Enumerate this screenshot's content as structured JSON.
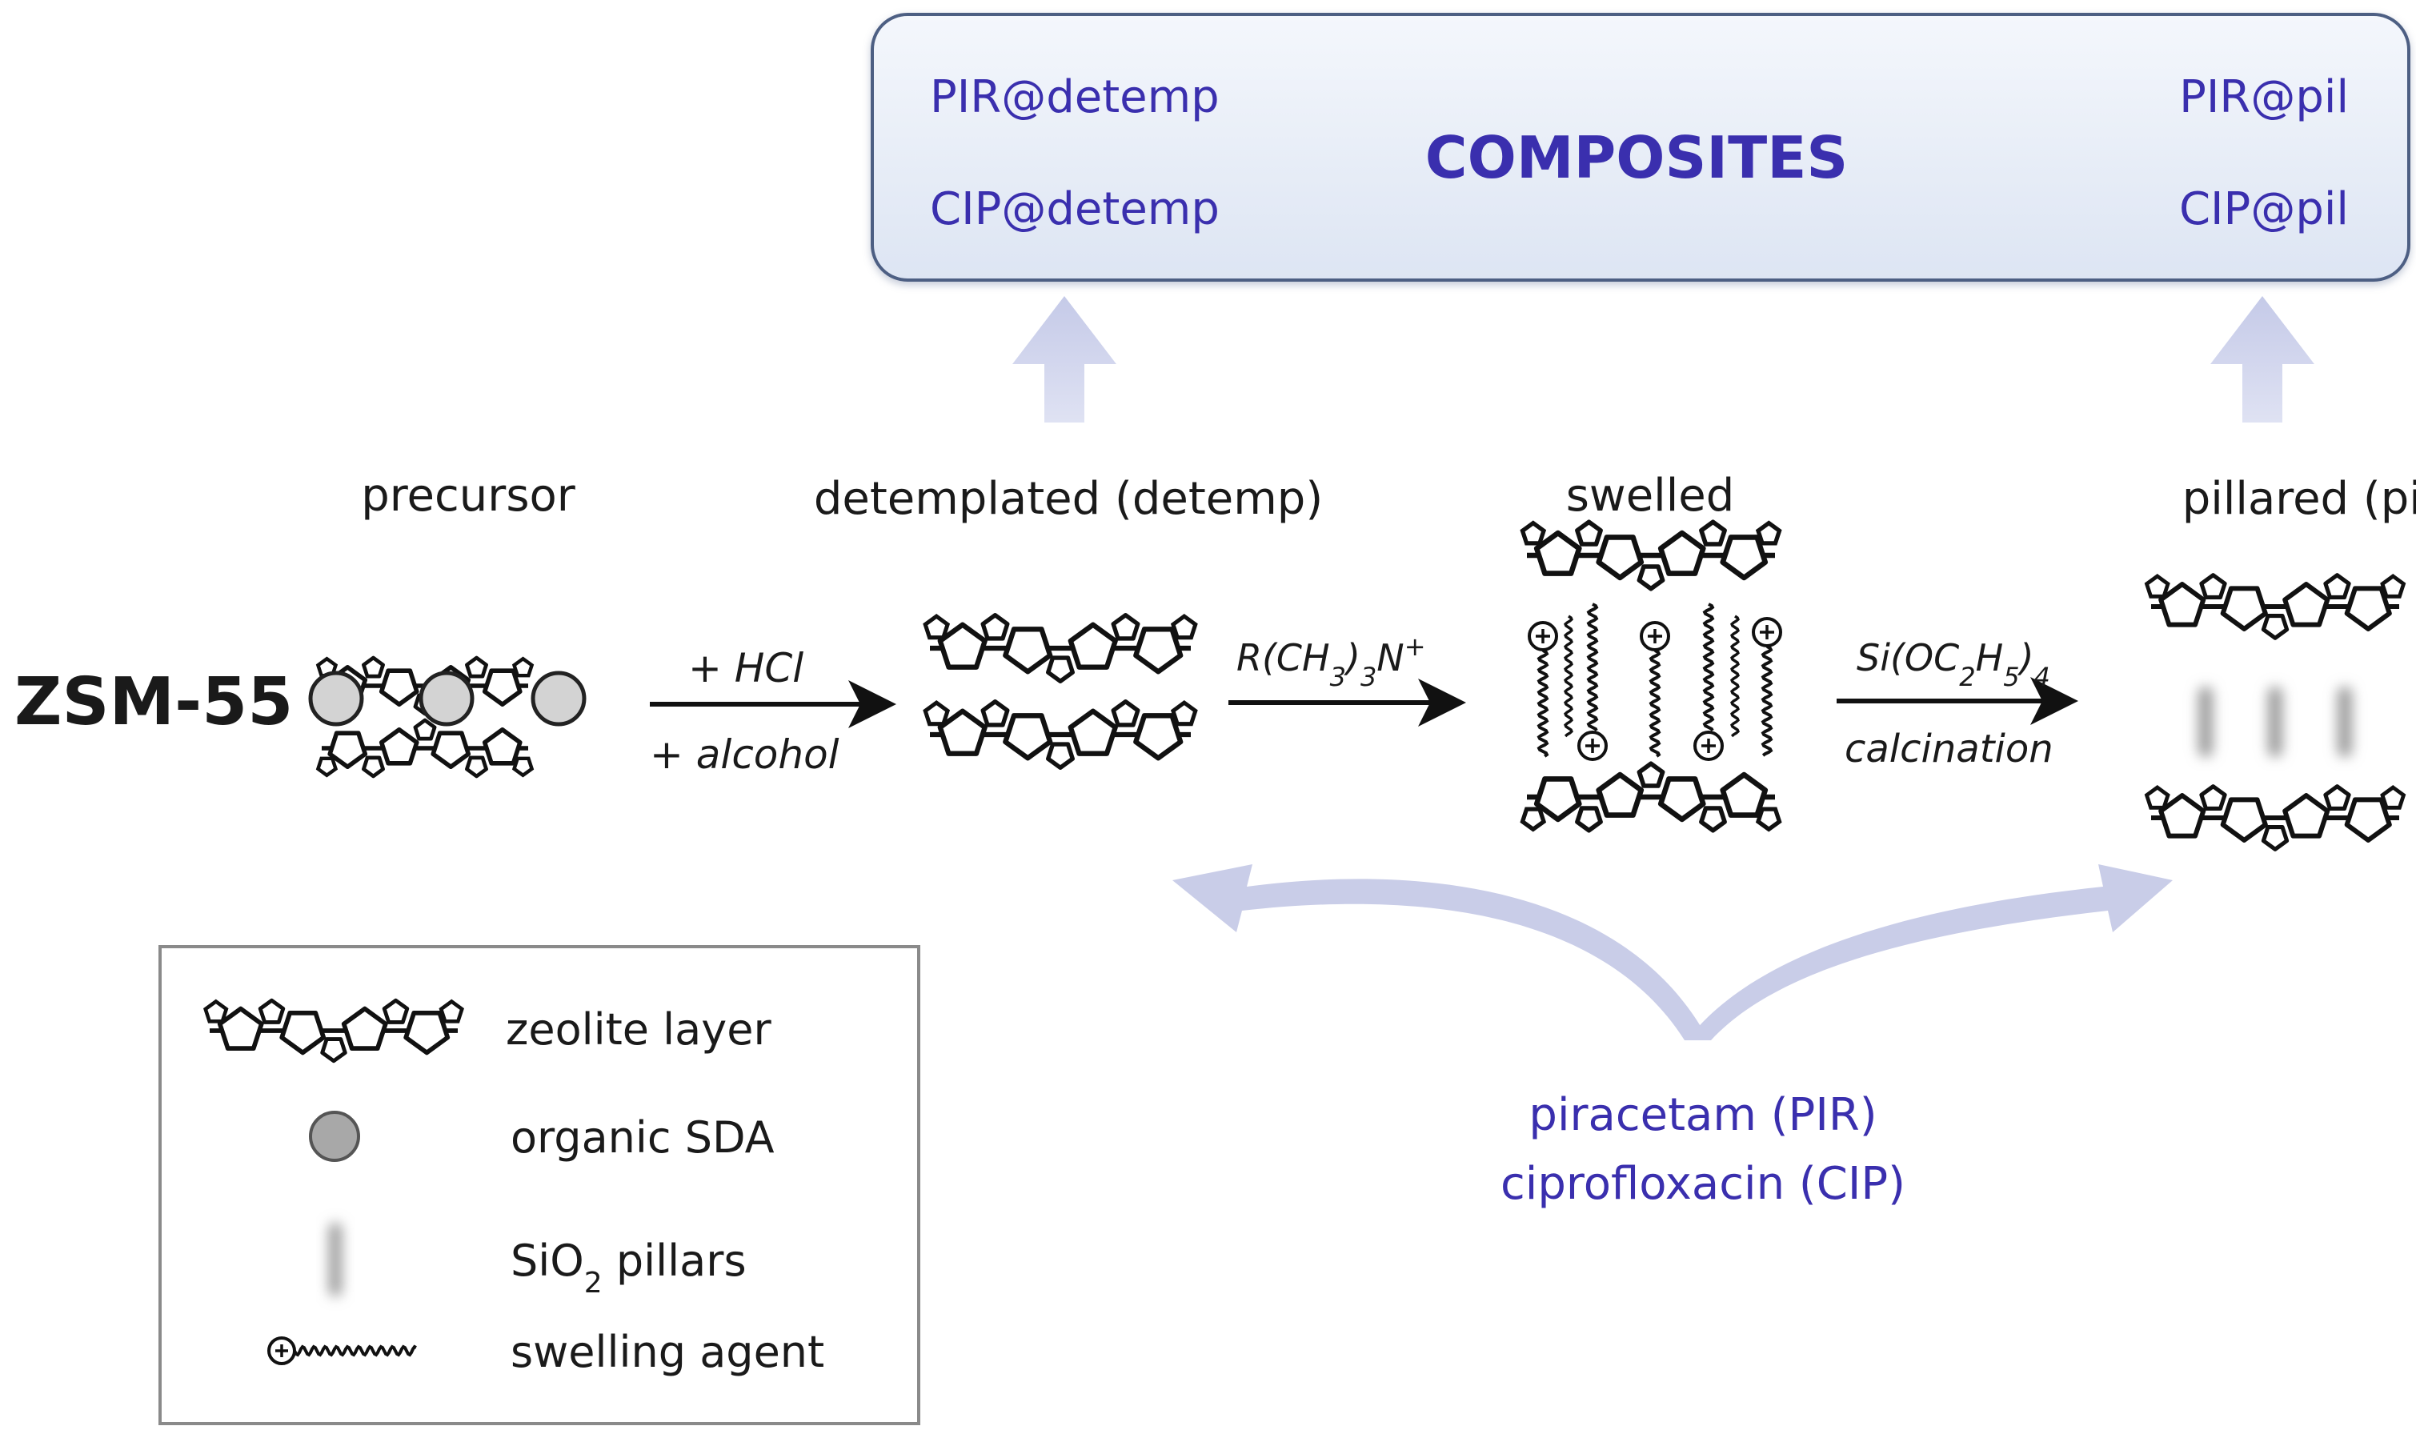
{
  "composites": {
    "title": "COMPOSITES",
    "left": [
      "PIR@detemp",
      "CIP@detemp"
    ],
    "right": [
      "PIR@pil",
      "CIP@pil"
    ]
  },
  "stages": {
    "precursor": "precursor",
    "detemplated": "detemplated (detemp)",
    "swelled": "swelled",
    "pillared": "pillared (pil)"
  },
  "material": "ZSM-55",
  "steps": {
    "step1_top": "+ HCl",
    "step1_bottom": "+ alcohol",
    "step2_top": {
      "prefix": "R(CH",
      "sub": "3",
      "mid": ")",
      "sub2": "3",
      "suffix": "N",
      "sup": "+"
    },
    "step3_top": {
      "prefix": "Si(OC",
      "sub": "2",
      "mid": "H",
      "sub2": "5",
      "suffix": ")",
      "sub3": "4"
    },
    "step3_bottom": "calcination"
  },
  "drugs": {
    "line1": "piracetam (PIR)",
    "line2": "ciprofloxacin (CIP)"
  },
  "legend": {
    "zeolite": "zeolite layer",
    "sda": "organic SDA",
    "pillars": {
      "prefix": "SiO",
      "sub": "2",
      "suffix": " pillars"
    },
    "swelling": "swelling agent"
  },
  "colors": {
    "accent_text": "#3a2fae",
    "composite_box_fill": "#e6ecf7",
    "arrow_tint": "#c9cde8",
    "sda_fill": "#d3d3d3",
    "pillar_gray": "#9a9a9a"
  }
}
